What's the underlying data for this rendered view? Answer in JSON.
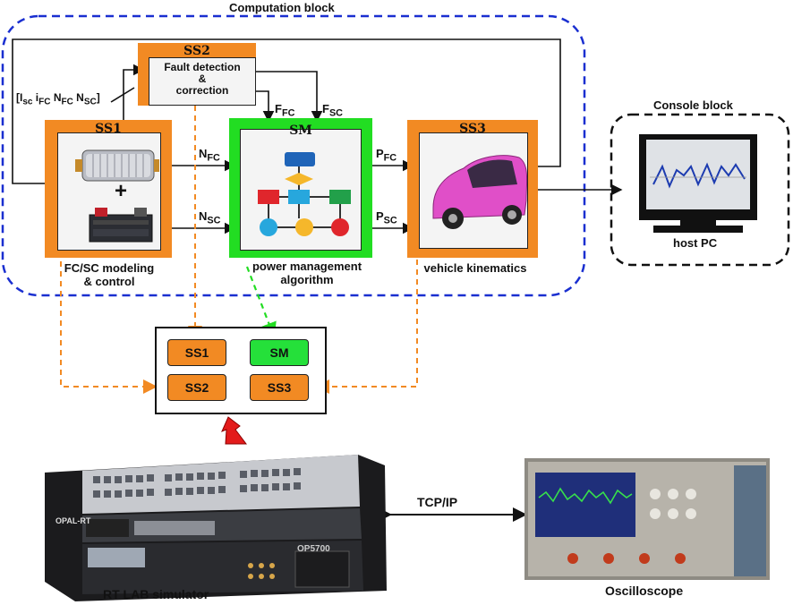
{
  "computation_block": {
    "title": "Computation block"
  },
  "console_block": {
    "title": "Console block",
    "pc_label": "host PC"
  },
  "ss1": {
    "title": "SS1",
    "caption_line1": "FC/SC modeling",
    "caption_line2": "& control",
    "plus": "+"
  },
  "ss2": {
    "title": "SS2",
    "line1": "Fault detection",
    "line2": "&",
    "line3": "correction"
  },
  "sm": {
    "title": "SM",
    "caption_line1": "power management",
    "caption_line2": "algorithm"
  },
  "ss3": {
    "title": "SS3",
    "caption": "vehicle kinematics"
  },
  "signals": {
    "feedback": {
      "open": "[I",
      "a": "sc",
      "b": " i",
      "c": "FC",
      "d": " N",
      "e": "FC",
      "f": " N",
      "g": "SC",
      "close": "]"
    },
    "n": "N",
    "p": "P",
    "f": "F",
    "fc": "FC",
    "sc": "SC"
  },
  "target_panel": {
    "buttons": [
      "SS1",
      "SM",
      "SS2",
      "SS3"
    ]
  },
  "hardware": {
    "simulator_label": "RT LAB simulator",
    "link_label": "TCP/IP",
    "scope_label": "Oscilloscope",
    "brand_text": "OPAL-RT",
    "model_text": "OP5700"
  },
  "colors": {
    "orange": "#f28a23",
    "green": "#22dd22",
    "blue_dash": "#1a2fd0",
    "pink_car": "#e04fc8"
  }
}
